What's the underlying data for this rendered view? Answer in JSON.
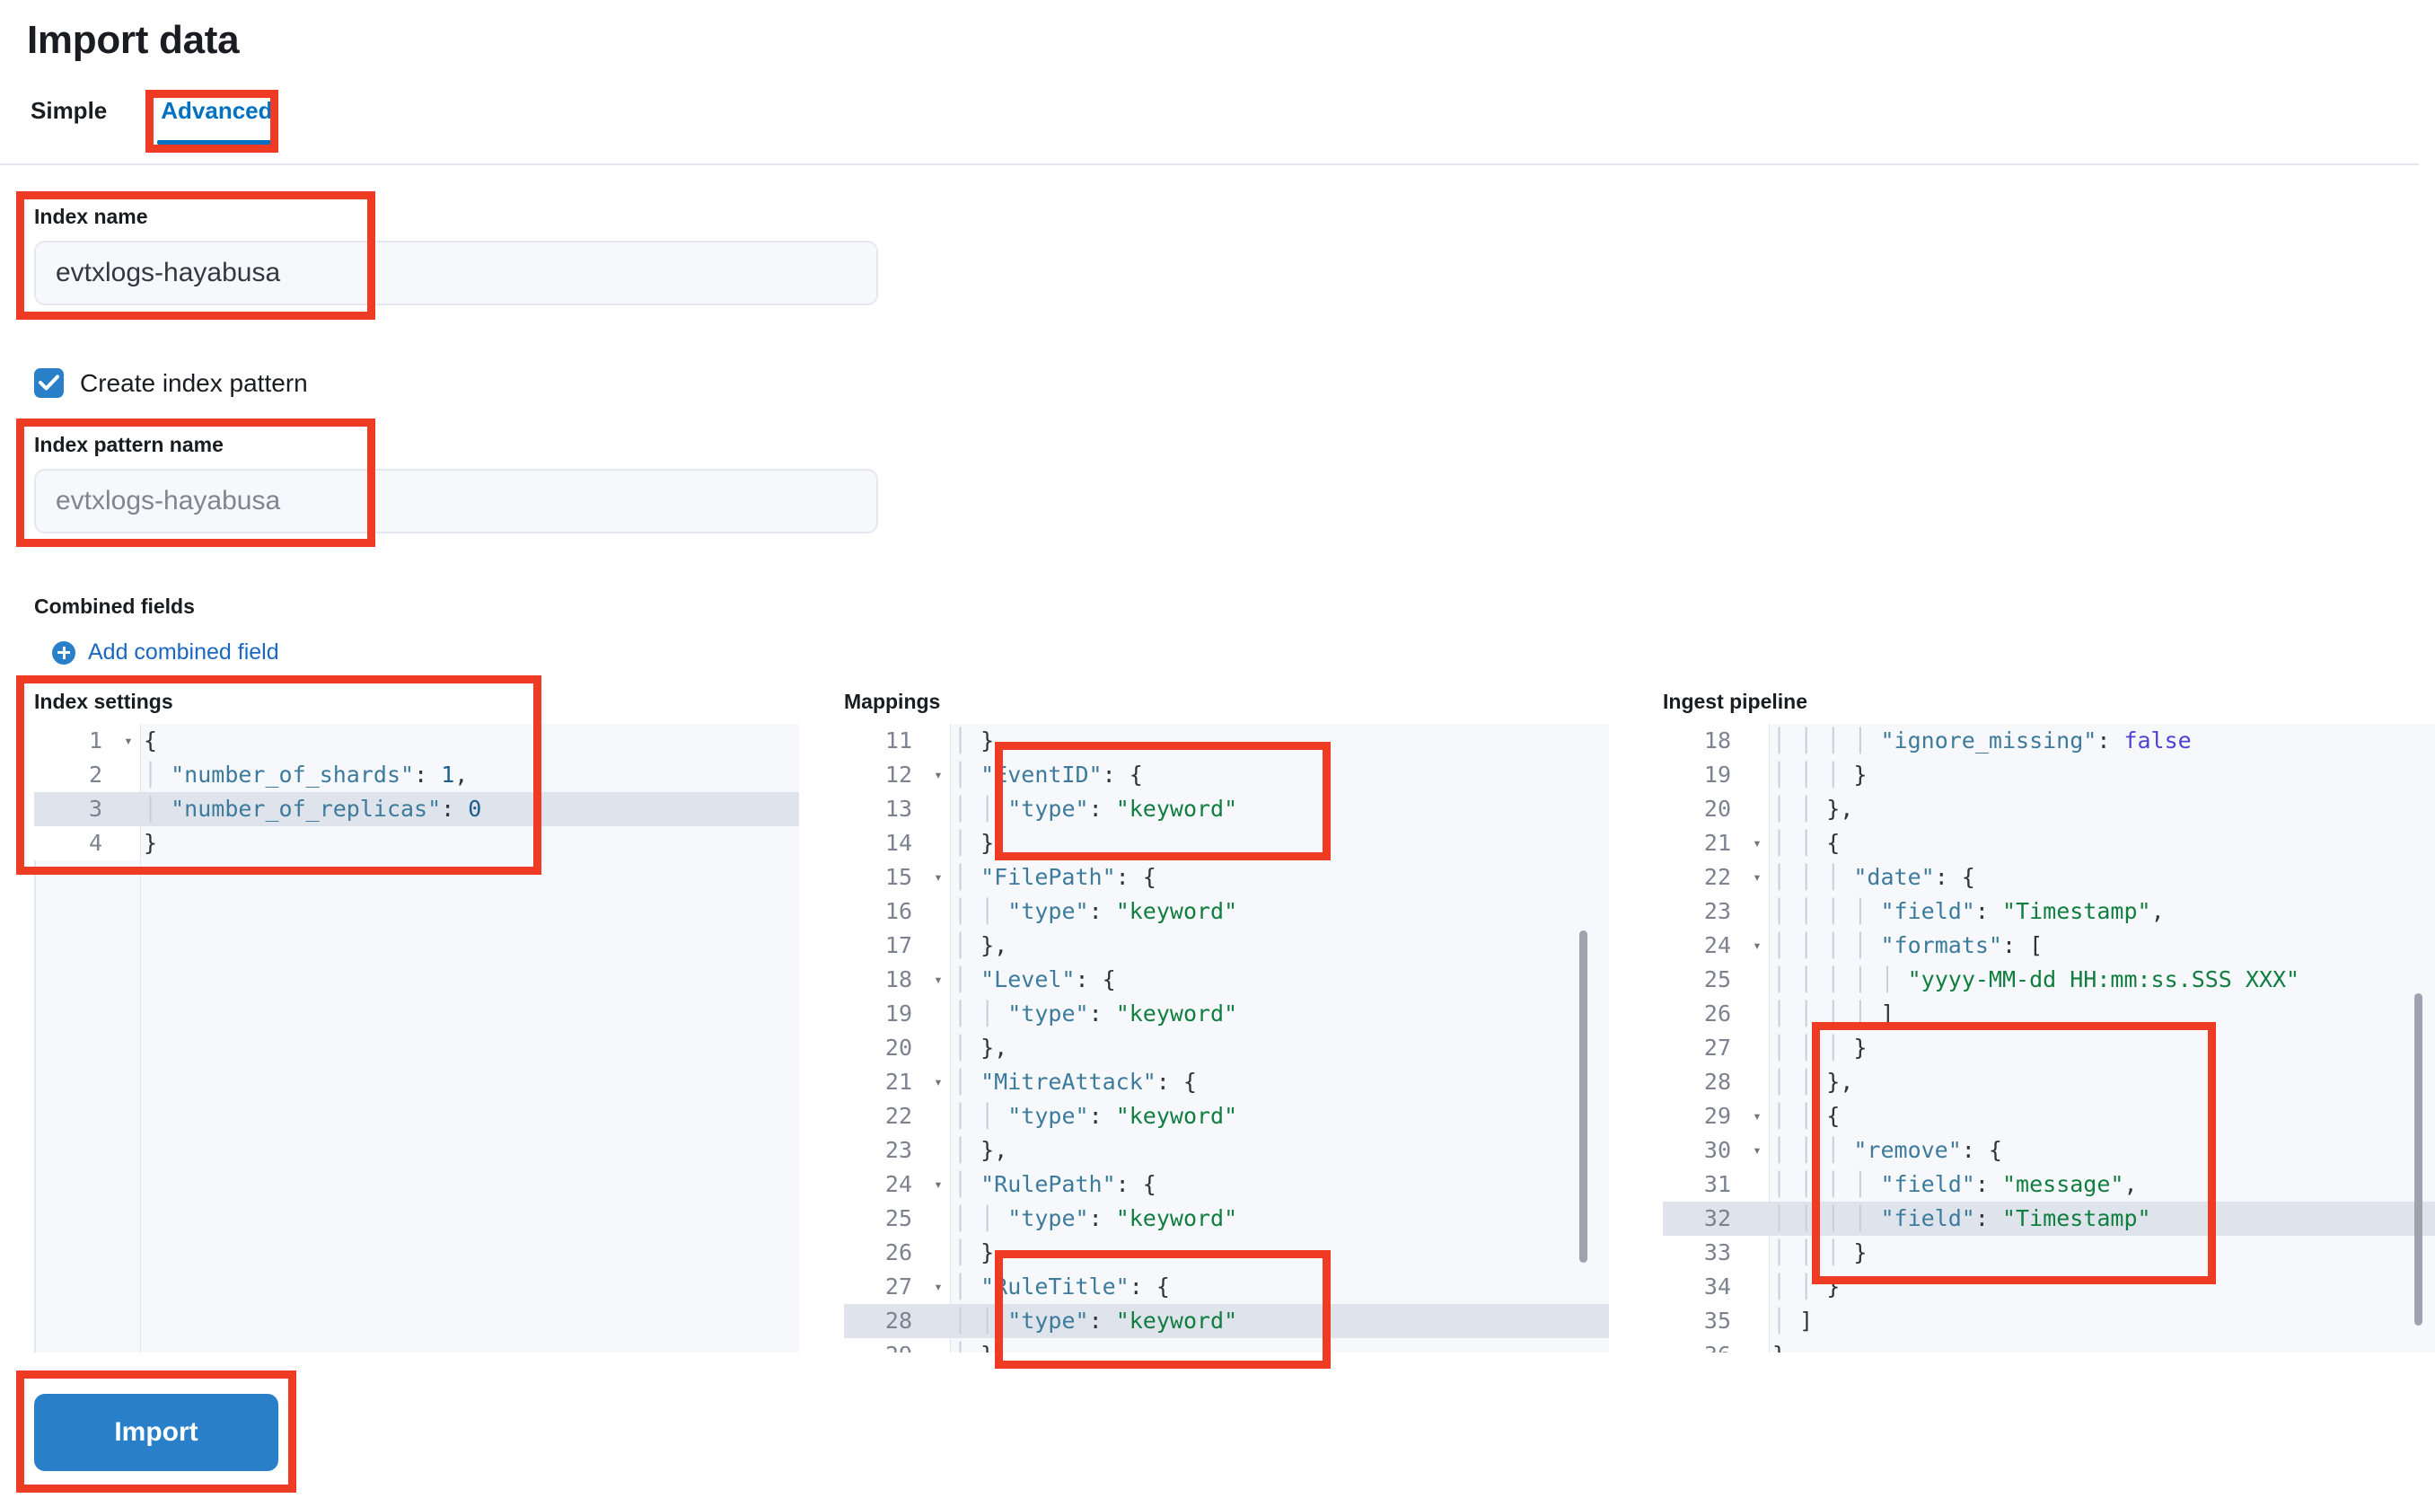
{
  "page": {
    "title": "Import data"
  },
  "tabs": [
    {
      "label": "Simple",
      "active": false
    },
    {
      "label": "Advanced",
      "active": true
    }
  ],
  "index_name": {
    "label": "Index name",
    "value": "evtxlogs-hayabusa"
  },
  "create_index_pattern": {
    "label": "Create index pattern",
    "checked": true,
    "check_icon": "check-icon"
  },
  "index_pattern_name": {
    "label": "Index pattern name",
    "value": "evtxlogs-hayabusa"
  },
  "combined_fields": {
    "heading": "Combined fields",
    "add_link": "Add combined field",
    "add_icon": "plus-circle-icon"
  },
  "editors": {
    "index_settings": {
      "title": "Index settings",
      "first_line": 1,
      "highlighted_line": 3,
      "folds": [
        1
      ],
      "lines": [
        "{",
        "  \"number_of_shards\": 1,",
        "  \"number_of_replicas\": 0",
        "}"
      ]
    },
    "mappings": {
      "title": "Mappings",
      "first_line": 11,
      "highlighted_line": 28,
      "folds": [
        12,
        15,
        18,
        21,
        24,
        27
      ],
      "lines": [
        "  },",
        "  \"EventID\": {",
        "    \"type\": \"keyword\"",
        "  },",
        "  \"FilePath\": {",
        "    \"type\": \"keyword\"",
        "  },",
        "  \"Level\": {",
        "    \"type\": \"keyword\"",
        "  },",
        "  \"MitreAttack\": {",
        "    \"type\": \"keyword\"",
        "  },",
        "  \"RulePath\": {",
        "    \"type\": \"keyword\"",
        "  },",
        "  \"RuleTitle\": {",
        "    \"type\": \"keyword\"",
        "  },"
      ]
    },
    "ingest_pipeline": {
      "title": "Ingest pipeline",
      "first_line": 18,
      "highlighted_line": 32,
      "folds": [
        21,
        22,
        24,
        29,
        30
      ],
      "lines": [
        "        \"ignore_missing\": false",
        "      }",
        "    },",
        "    {",
        "      \"date\": {",
        "        \"field\": \"Timestamp\",",
        "        \"formats\": [",
        "          \"yyyy-MM-dd HH:mm:ss.SSS XXX\"",
        "        ]",
        "      }",
        "    },",
        "    {",
        "      \"remove\": {",
        "        \"field\": \"message\",",
        "        \"field\": \"Timestamp\"",
        "      }",
        "    }",
        "  ]",
        "}"
      ]
    }
  },
  "import_button": {
    "label": "Import"
  },
  "colors": {
    "accent_blue": "#2a7fc9",
    "link_blue": "#1b68c4",
    "annotation_red": "#ef3b24",
    "string_green": "#107e3e",
    "key_blue": "#3c7b9c",
    "boolean_purple": "#4b42d6",
    "editor_bg": "#f7f8fc",
    "highlight_row": "#dfe3ec"
  }
}
